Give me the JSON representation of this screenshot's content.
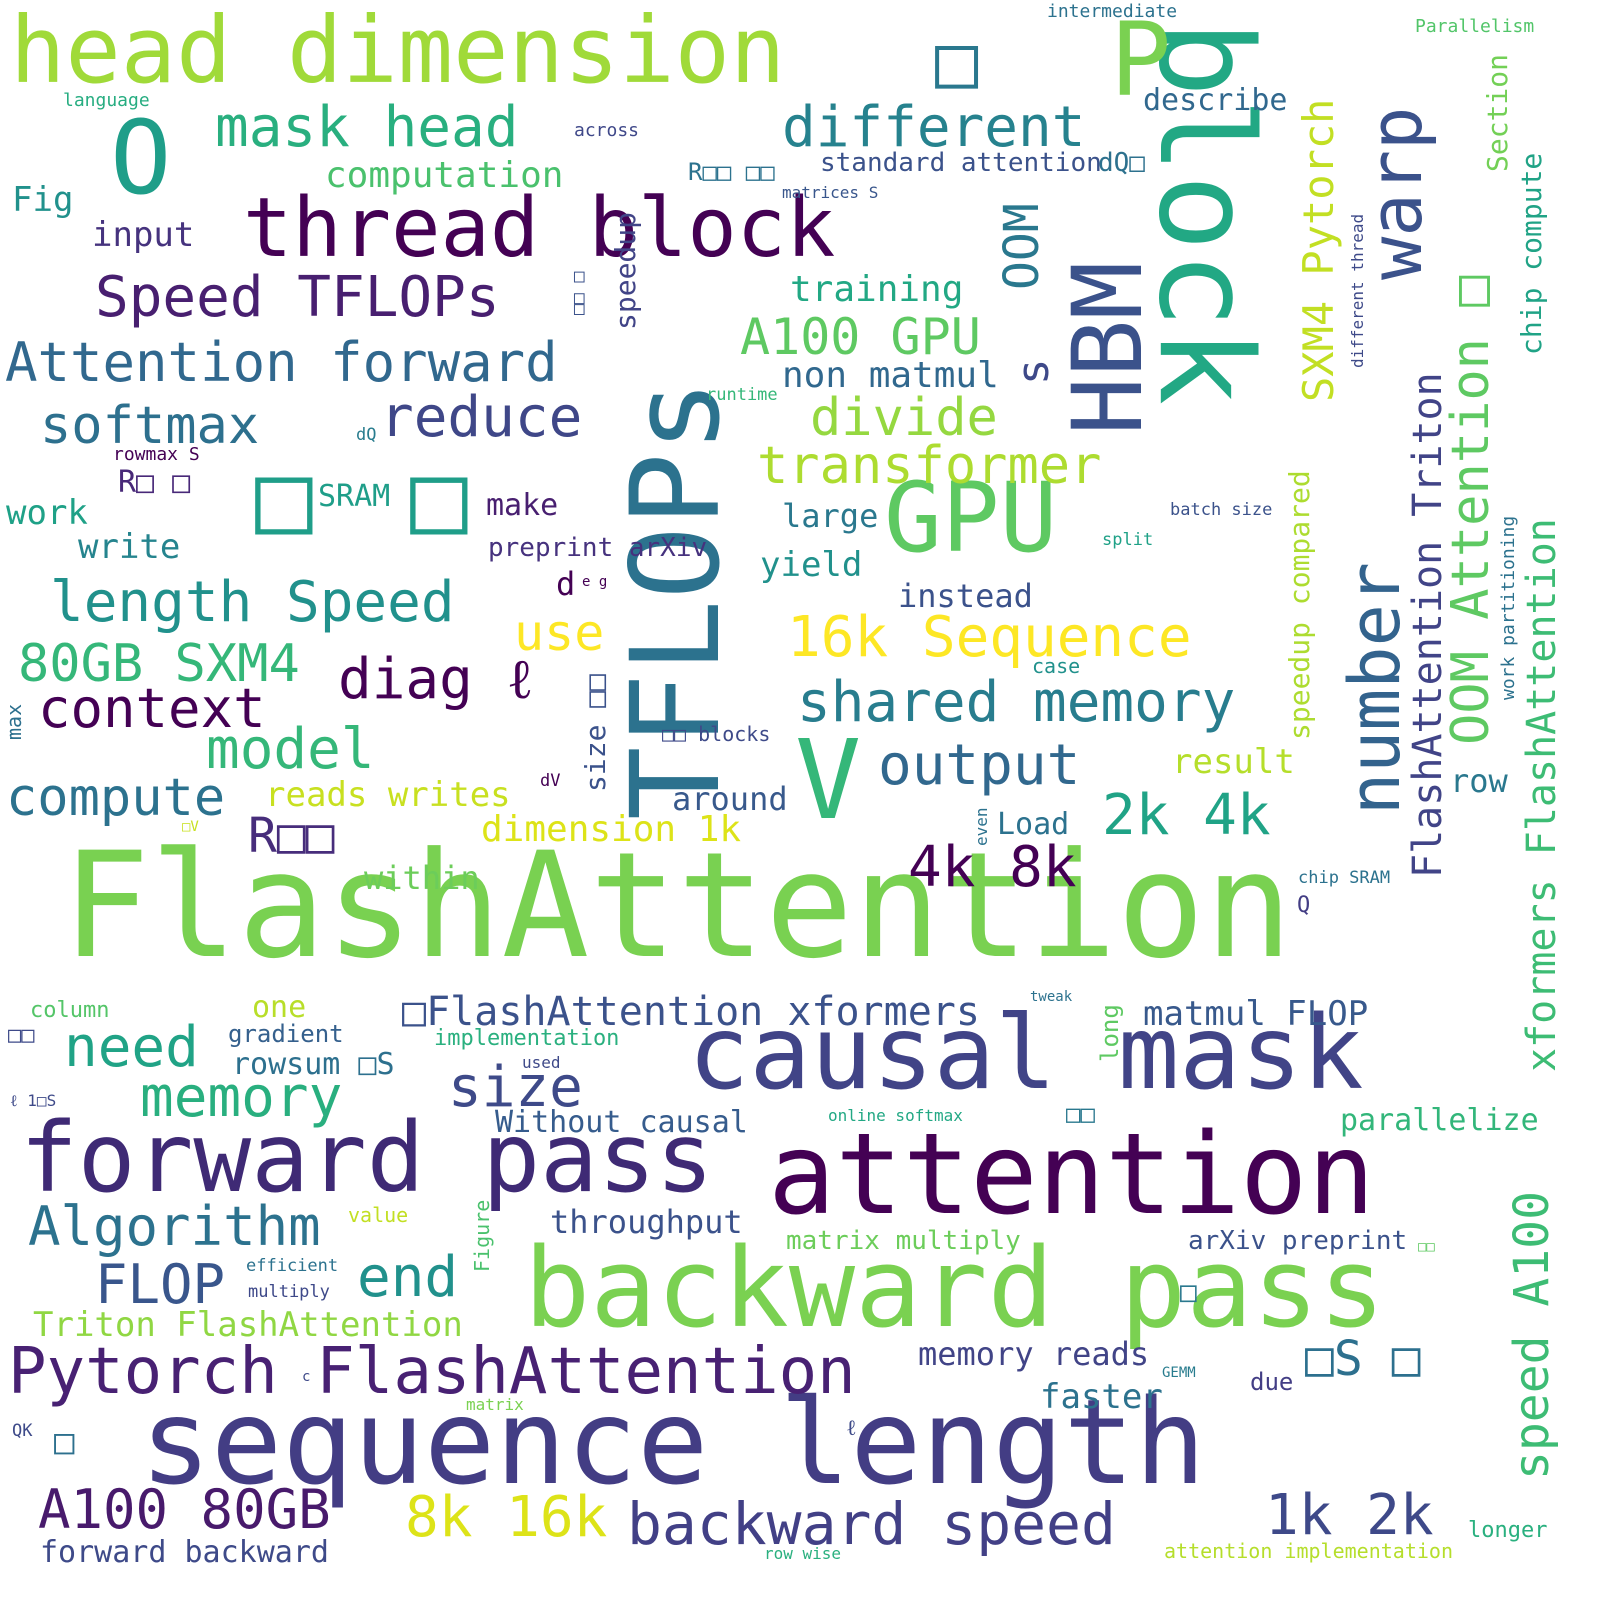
{
  "words": [
    {
      "text": "FlashAttention",
      "color": "#79d151"
    },
    {
      "text": "attention",
      "color": "#440154"
    },
    {
      "text": "sequence length",
      "color": "#433d84"
    },
    {
      "text": "backward pass",
      "color": "#7ad151"
    },
    {
      "text": "block",
      "color": "#22a884"
    },
    {
      "text": "causal mask",
      "color": "#414487"
    },
    {
      "text": "forward pass",
      "color": "#3f2a75"
    },
    {
      "text": "TFLOPs",
      "color": "#2c728e"
    },
    {
      "text": "head dimension",
      "color": "#a0da39"
    },
    {
      "text": "thread block",
      "color": "#440154"
    },
    {
      "text": "HBM",
      "color": "#3b528b"
    },
    {
      "text": "GPU",
      "color": "#5ec962"
    },
    {
      "text": "P",
      "color": "#7ad151"
    },
    {
      "text": "O",
      "color": "#1f9e89"
    },
    {
      "text": "V",
      "color": "#35b779"
    },
    {
      "text": "number",
      "color": "#33638d"
    },
    {
      "text": "warp",
      "color": "#3b528b"
    },
    {
      "text": "□",
      "color": "#1f9e89"
    },
    {
      "text": "□",
      "color": "#2a788e"
    },
    {
      "text": "□",
      "color": "#1f9e89"
    },
    {
      "text": "mask head",
      "color": "#29af7f"
    },
    {
      "text": "different",
      "color": "#26828e"
    },
    {
      "text": "Speed TFLOPs",
      "color": "#481f70"
    },
    {
      "text": "Attention forward",
      "color": "#31688e"
    },
    {
      "text": "A100 GPU",
      "color": "#5ec962"
    },
    {
      "text": "reduce",
      "color": "#3f4788"
    },
    {
      "text": "softmax",
      "color": "#2d708e"
    },
    {
      "text": "transformer",
      "color": "#addc30"
    },
    {
      "text": "length Speed",
      "color": "#21918c"
    },
    {
      "text": "16k Sequence",
      "color": "#fde725"
    },
    {
      "text": "use",
      "color": "#fde725"
    },
    {
      "text": "diag ℓ",
      "color": "#440154"
    },
    {
      "text": "80GB SXM4",
      "color": "#35b779"
    },
    {
      "text": "context",
      "color": "#440154"
    },
    {
      "text": "shared memory",
      "color": "#287d8e"
    },
    {
      "text": "model",
      "color": "#35b779"
    },
    {
      "text": "output",
      "color": "#31688e"
    },
    {
      "text": "compute",
      "color": "#2c728e"
    },
    {
      "text": "R□□",
      "color": "#472d7b"
    },
    {
      "text": "2k 4k",
      "color": "#20a386"
    },
    {
      "text": "4k 8k",
      "color": "#440154"
    },
    {
      "text": "OOM Attention □",
      "color": "#5ec962"
    },
    {
      "text": "need",
      "color": "#20a386"
    },
    {
      "text": "memory",
      "color": "#29af7f"
    },
    {
      "text": "size",
      "color": "#3e4a89"
    },
    {
      "text": "□FlashAttention xformers",
      "color": "#3b528b"
    },
    {
      "text": "Algorithm",
      "color": "#2c728e"
    },
    {
      "text": "FLOP",
      "color": "#39568c"
    },
    {
      "text": "end",
      "color": "#21918c"
    },
    {
      "text": "Pytorch FlashAttention",
      "color": "#482173"
    },
    {
      "text": "A100 80GB",
      "color": "#481a6c"
    },
    {
      "text": "8k 16k",
      "color": "#dde318"
    },
    {
      "text": "backward speed",
      "color": "#424086"
    },
    {
      "text": "1k 2k",
      "color": "#3e4989"
    },
    {
      "text": "speed A100",
      "color": "#3dbc74"
    },
    {
      "text": "SXM4 Pytorch",
      "color": "#c2df23"
    },
    {
      "text": "FlashAttention Triton",
      "color": "#414487"
    },
    {
      "text": "xformers FlashAttention",
      "color": "#3dbc74"
    },
    {
      "text": "OOM",
      "color": "#2a788e"
    },
    {
      "text": "s",
      "color": "#3e4989"
    },
    {
      "text": "divide",
      "color": "#95d840"
    },
    {
      "text": "non matmul",
      "color": "#31688e"
    },
    {
      "text": "training",
      "color": "#22a884"
    },
    {
      "text": "computation",
      "color": "#4ac16d"
    },
    {
      "text": "standard attention",
      "color": "#3b528b"
    },
    {
      "text": "describe",
      "color": "#31688e"
    },
    {
      "text": "Fig",
      "color": "#21918c"
    },
    {
      "text": "input",
      "color": "#46337e"
    },
    {
      "text": "work",
      "color": "#1fa187"
    },
    {
      "text": "write",
      "color": "#25848e"
    },
    {
      "text": "SRAM",
      "color": "#1f9e89"
    },
    {
      "text": "make",
      "color": "#481f70"
    },
    {
      "text": "preprint arXiv",
      "color": "#46327e"
    },
    {
      "text": "large",
      "color": "#2a788e"
    },
    {
      "text": "yield",
      "color": "#21918c"
    },
    {
      "text": "instead",
      "color": "#3b528b"
    },
    {
      "text": "R□ □",
      "color": "#482878"
    },
    {
      "text": "d",
      "color": "#440154"
    },
    {
      "text": "e g",
      "color": "#440154"
    },
    {
      "text": "reads writes",
      "color": "#c8e020"
    },
    {
      "text": "dimension 1k",
      "color": "#dde318"
    },
    {
      "text": "around",
      "color": "#38598c"
    },
    {
      "text": "within",
      "color": "#6ccd5a"
    },
    {
      "text": "Load",
      "color": "#2c728e"
    },
    {
      "text": "result",
      "color": "#b5de2b"
    },
    {
      "text": "row",
      "color": "#2a788e"
    },
    {
      "text": "matmul FLOP",
      "color": "#38598c"
    },
    {
      "text": "parallelize",
      "color": "#32b67a"
    },
    {
      "text": "throughput",
      "color": "#3b528b"
    },
    {
      "text": "Without causal",
      "color": "#365c8d"
    },
    {
      "text": "memory reads",
      "color": "#414487"
    },
    {
      "text": "faster",
      "color": "#2c728e"
    },
    {
      "text": "due",
      "color": "#433e85"
    },
    {
      "text": "matrix multiply",
      "color": "#6ccd5a"
    },
    {
      "text": "arXiv preprint",
      "color": "#3b528b"
    },
    {
      "text": "Triton FlashAttention",
      "color": "#90d743"
    },
    {
      "text": "forward backward",
      "color": "#3e4a89"
    },
    {
      "text": "gradient",
      "color": "#35608d"
    },
    {
      "text": "rowsum □S",
      "color": "#2d708e"
    },
    {
      "text": "implementation",
      "color": "#2ab07f"
    },
    {
      "text": "column",
      "color": "#54c568"
    },
    {
      "text": "one",
      "color": "#b8de29"
    },
    {
      "text": "□S □",
      "color": "#2d708e"
    },
    {
      "text": "speedup",
      "color": "#414487"
    },
    {
      "text": "speedup compared",
      "color": "#addc30"
    },
    {
      "text": "Section",
      "color": "#73d056"
    },
    {
      "text": "chip compute",
      "color": "#20a386"
    },
    {
      "text": "Parallelism",
      "color": "#52c569"
    },
    {
      "text": "intermediate",
      "color": "#2c728e"
    },
    {
      "text": "language",
      "color": "#27ad81"
    },
    {
      "text": "across",
      "color": "#3f4889"
    },
    {
      "text": "R□□ □□",
      "color": "#2c728e"
    },
    {
      "text": "matrices S",
      "color": "#39568c"
    },
    {
      "text": "dQ□",
      "color": "#2d718e"
    },
    {
      "text": "different thread",
      "color": "#3e4a89"
    },
    {
      "text": "work partitioning",
      "color": "#2c728e"
    },
    {
      "text": "batch size",
      "color": "#3b528b"
    },
    {
      "text": "split",
      "color": "#1fa187"
    },
    {
      "text": "runtime",
      "color": "#35b779"
    },
    {
      "text": "dQ",
      "color": "#287c8e"
    },
    {
      "text": "rowmax S",
      "color": "#440154"
    },
    {
      "text": "□□ □",
      "color": "#3b528b"
    },
    {
      "text": "size □□",
      "color": "#3b528b"
    },
    {
      "text": "case",
      "color": "#21918c"
    },
    {
      "text": "□□ blocks",
      "color": "#3e4a89"
    },
    {
      "text": "max",
      "color": "#2d708e"
    },
    {
      "text": "dV",
      "color": "#440154"
    },
    {
      "text": "□V",
      "color": "#c8e020"
    },
    {
      "text": "even",
      "color": "#2c728e"
    },
    {
      "text": "long",
      "color": "#5ec962"
    },
    {
      "text": "chip SRAM",
      "color": "#2c728e"
    },
    {
      "text": "Q",
      "color": "#433d84"
    },
    {
      "text": "tweak",
      "color": "#2c728e"
    },
    {
      "text": "used",
      "color": "#3e4989"
    },
    {
      "text": "online softmax",
      "color": "#22a884"
    },
    {
      "text": "□□",
      "color": "#2a788e"
    },
    {
      "text": "□□",
      "color": "#3e4a89"
    },
    {
      "text": "ℓ 1□S",
      "color": "#3e4a89"
    },
    {
      "text": "value",
      "color": "#c2df23"
    },
    {
      "text": "Figure",
      "color": "#4ac16d"
    },
    {
      "text": "efficient",
      "color": "#2c728e"
    },
    {
      "text": "multiply",
      "color": "#3e4989"
    },
    {
      "text": "c",
      "color": "#3e4989"
    },
    {
      "text": "matrix",
      "color": "#7ad151"
    },
    {
      "text": "GEMM",
      "color": "#287c8e"
    },
    {
      "text": "□",
      "color": "#2a788e"
    },
    {
      "text": "□",
      "color": "#2d708e"
    },
    {
      "text": "QK",
      "color": "#3e4a89"
    },
    {
      "text": "ℓ",
      "color": "#3e4a89"
    },
    {
      "text": "□□",
      "color": "#5ec962"
    },
    {
      "text": "longer",
      "color": "#2ab07f"
    },
    {
      "text": "row wise",
      "color": "#2ab07f"
    },
    {
      "text": "attention implementation",
      "color": "#b5de2b"
    }
  ]
}
